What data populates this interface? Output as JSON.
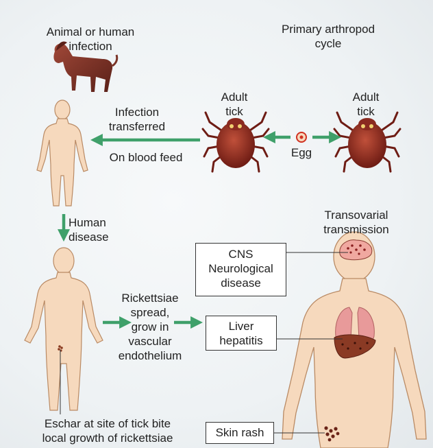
{
  "labels": {
    "animal_human_infection": "Animal or human\ninfection",
    "primary_cycle": "Primary arthropod\ncycle",
    "adult_tick_left": "Adult\ntick",
    "adult_tick_right": "Adult\ntick",
    "egg": "Egg",
    "infection_transferred": "Infection\ntransferred",
    "on_blood_feed": "On blood feed",
    "human_disease": "Human\ndisease",
    "transovarial": "Transovarial\ntransmission",
    "rickettsiae_spread": "Rickettsiae\nspread,\ngrow in\nvascular\nendothelium",
    "eschar": "Eschar at site of tick bite\nlocal growth of rickettsiae"
  },
  "boxes": {
    "cns": "CNS\nNeurological\ndisease",
    "liver": "Liver\nhepatitis",
    "skin": "Skin rash"
  },
  "colors": {
    "arrow": "#3fa06a",
    "skin": "#f6d9bd",
    "skin_outline": "#b98a64",
    "dog": "#7a3326",
    "tick": "#8a2a20"
  }
}
